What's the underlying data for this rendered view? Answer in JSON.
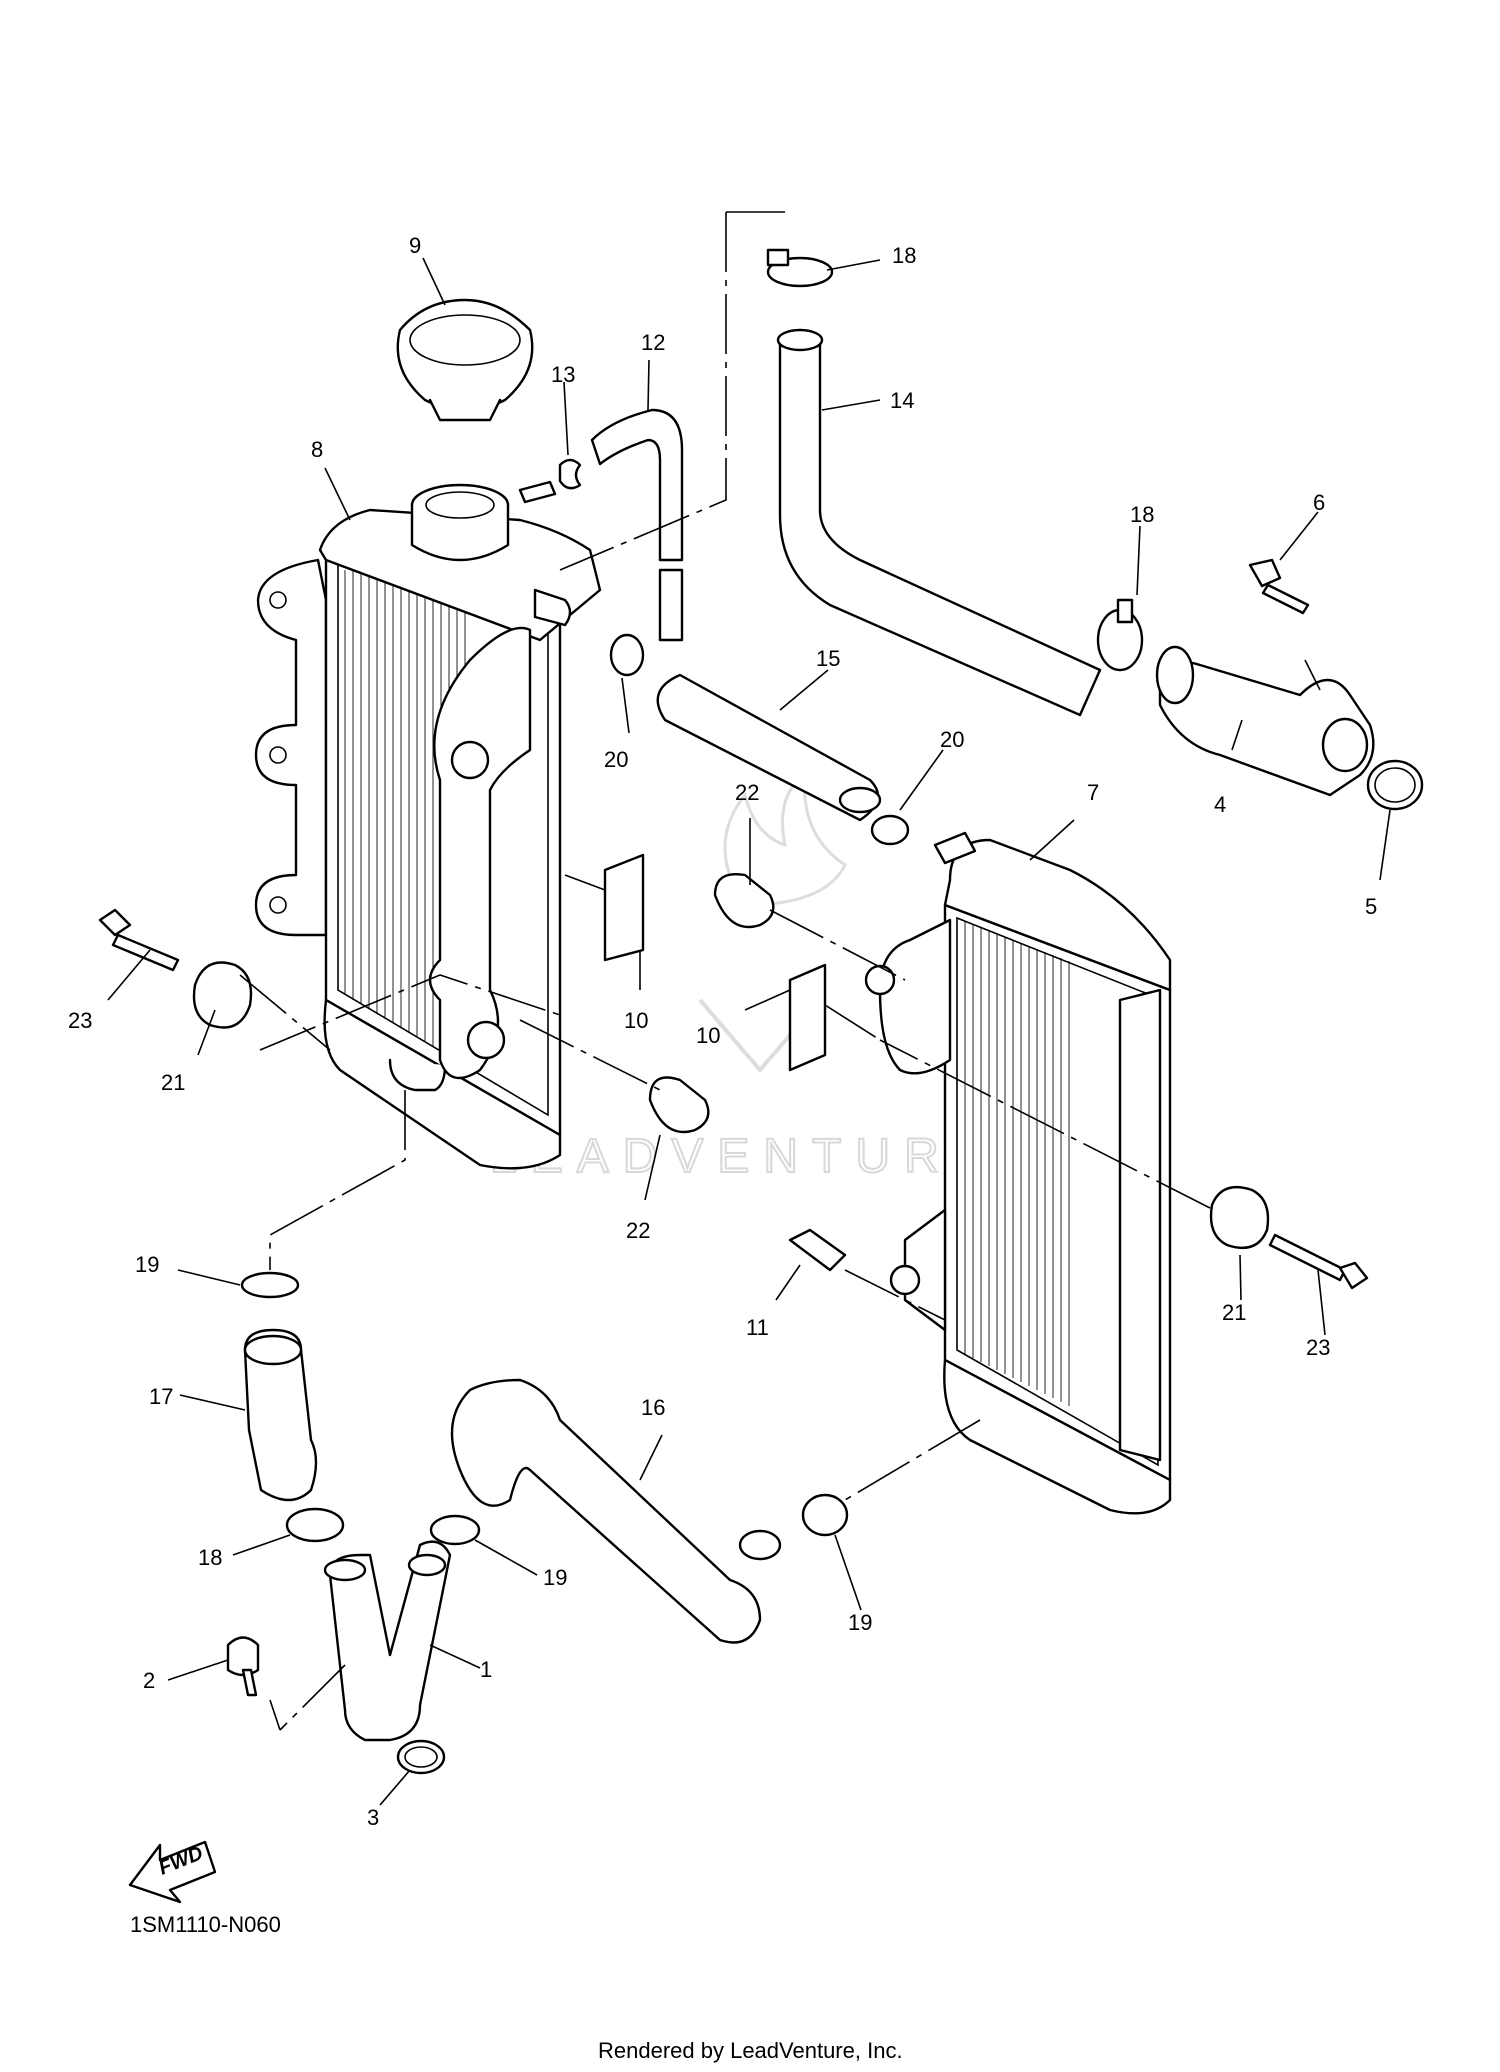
{
  "diagram": {
    "code": "1SM1110-N060",
    "credit": "Rendered by LeadVenture, Inc.",
    "watermark": "LEADVENTURE",
    "fwd_label": "FWD",
    "callouts": [
      {
        "id": "c9",
        "label": "9"
      },
      {
        "id": "c12",
        "label": "12"
      },
      {
        "id": "c13",
        "label": "13"
      },
      {
        "id": "c18a",
        "label": "18"
      },
      {
        "id": "c14",
        "label": "14"
      },
      {
        "id": "c8",
        "label": "8"
      },
      {
        "id": "c18b",
        "label": "18"
      },
      {
        "id": "c6",
        "label": "6"
      },
      {
        "id": "c15",
        "label": "15"
      },
      {
        "id": "c20a",
        "label": "20"
      },
      {
        "id": "c20b",
        "label": "20"
      },
      {
        "id": "c4",
        "label": "4"
      },
      {
        "id": "c5",
        "label": "5"
      },
      {
        "id": "c22a",
        "label": "22"
      },
      {
        "id": "c7",
        "label": "7"
      },
      {
        "id": "c10a",
        "label": "10"
      },
      {
        "id": "c10b",
        "label": "10"
      },
      {
        "id": "c23a",
        "label": "23"
      },
      {
        "id": "c21a",
        "label": "21"
      },
      {
        "id": "c22b",
        "label": "22"
      },
      {
        "id": "c19a",
        "label": "19"
      },
      {
        "id": "c11",
        "label": "11"
      },
      {
        "id": "c21b",
        "label": "21"
      },
      {
        "id": "c23b",
        "label": "23"
      },
      {
        "id": "c17",
        "label": "17"
      },
      {
        "id": "c16",
        "label": "16"
      },
      {
        "id": "c18c",
        "label": "18"
      },
      {
        "id": "c19b",
        "label": "19"
      },
      {
        "id": "c19c",
        "label": "19"
      },
      {
        "id": "c1",
        "label": "1"
      },
      {
        "id": "c2",
        "label": "2"
      },
      {
        "id": "c3",
        "label": "3"
      }
    ]
  }
}
